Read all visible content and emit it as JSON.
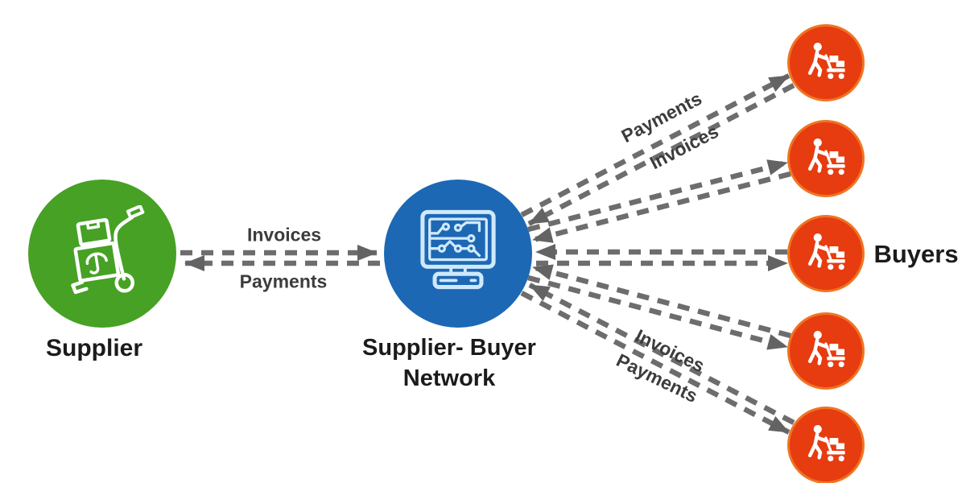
{
  "diagram": {
    "nodes": {
      "supplier": {
        "label": "Supplier",
        "color": "#46a124",
        "icon": "hand-truck-icon"
      },
      "network": {
        "label_line1": "Supplier- Buyer",
        "label_line2": "Network",
        "color": "#1d68b4",
        "icon": "computer-circuit-icon"
      },
      "buyers": {
        "label": "Buyers",
        "color": "#e63c10",
        "icon": "person-pushing-cart-icon",
        "count": 5
      }
    },
    "edges": {
      "supplier_network": {
        "invoices": "Invoices",
        "payments": "Payments"
      },
      "network_buyers_top": {
        "payments": "Payments",
        "invoices": "Invoices"
      },
      "network_buyers_bottom": {
        "invoices": "Invoices",
        "payments": "Payments"
      }
    },
    "colors": {
      "arrow": "#6d6d6d",
      "arrowhead": "#636363",
      "edge_label_text": "#3c3c3c",
      "node_label_text": "#1b1b1b",
      "background": "#ffffff"
    }
  }
}
